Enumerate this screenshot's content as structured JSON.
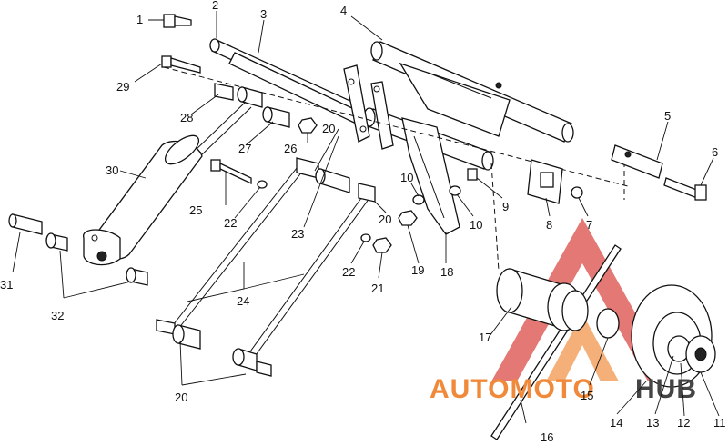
{
  "diagram": {
    "callouts": [
      "1",
      "2",
      "3",
      "4",
      "5",
      "6",
      "7",
      "8",
      "9",
      "10",
      "10",
      "11",
      "12",
      "13",
      "14",
      "15",
      "16",
      "17",
      "18",
      "19",
      "20",
      "20",
      "20",
      "21",
      "22",
      "22",
      "23",
      "24",
      "25",
      "26",
      "27",
      "28",
      "29",
      "30",
      "31",
      "32"
    ]
  },
  "watermark": {
    "brand_part1": "AUTOMOTO",
    "brand_part2": "HUB",
    "color_orange": "#f08a3a",
    "color_red": "#d63a35"
  }
}
